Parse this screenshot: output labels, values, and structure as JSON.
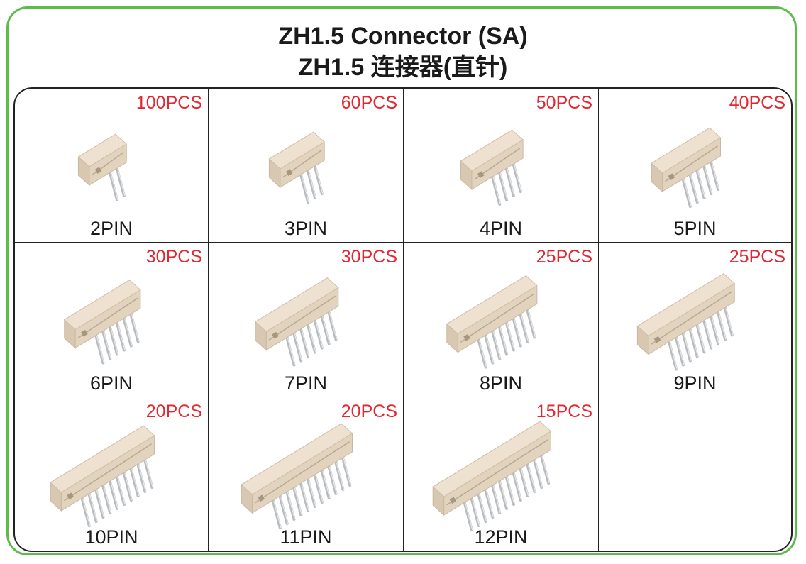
{
  "header": {
    "title_en": "ZH1.5 Connector (SA)",
    "title_cn": "ZH1.5 连接器(直针)"
  },
  "colors": {
    "border_green": "#5dbb4c",
    "quantity_red": "#e32630",
    "connector_body": "#eee1cf",
    "pin_metal": "#b8bcc0"
  },
  "products": [
    {
      "pins": 2,
      "pin_label": "2PIN",
      "quantity": "100PCS"
    },
    {
      "pins": 3,
      "pin_label": "3PIN",
      "quantity": "60PCS"
    },
    {
      "pins": 4,
      "pin_label": "4PIN",
      "quantity": "50PCS"
    },
    {
      "pins": 5,
      "pin_label": "5PIN",
      "quantity": "40PCS"
    },
    {
      "pins": 6,
      "pin_label": "6PIN",
      "quantity": "30PCS"
    },
    {
      "pins": 7,
      "pin_label": "7PIN",
      "quantity": "30PCS"
    },
    {
      "pins": 8,
      "pin_label": "8PIN",
      "quantity": "25PCS"
    },
    {
      "pins": 9,
      "pin_label": "9PIN",
      "quantity": "25PCS"
    },
    {
      "pins": 10,
      "pin_label": "10PIN",
      "quantity": "20PCS"
    },
    {
      "pins": 11,
      "pin_label": "11PIN",
      "quantity": "20PCS"
    },
    {
      "pins": 12,
      "pin_label": "12PIN",
      "quantity": "15PCS"
    }
  ]
}
